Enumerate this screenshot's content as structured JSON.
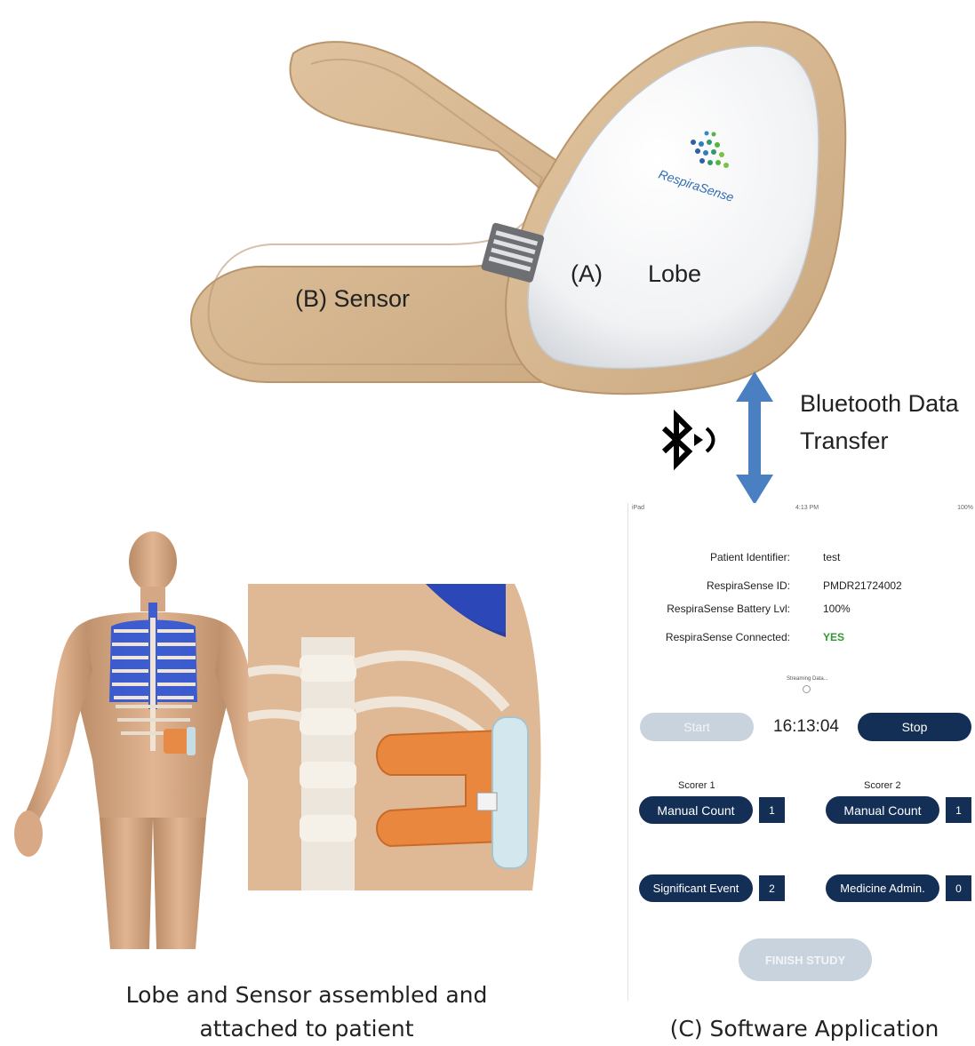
{
  "device": {
    "label_lobe_letter": "(A)",
    "label_lobe": "Lobe",
    "label_sensor": "(B) Sensor",
    "logo_text": "RespiraSense"
  },
  "transfer": {
    "line1": "Bluetooth Data",
    "line2": "Transfer",
    "icon": "bluetooth-icon",
    "arrow_color": "#4a7fc1"
  },
  "left_caption": {
    "line1": "Lobe and Sensor assembled and",
    "line2": "attached to patient"
  },
  "right_caption": "(C) Software Application",
  "app": {
    "status_left": "iPad",
    "status_center": "4:13 PM",
    "status_right": "100%",
    "rows": [
      {
        "label": "Patient Identifier:",
        "value": "test"
      },
      {
        "label": "RespiraSense ID:",
        "value": "PMDR21724002"
      },
      {
        "label": "RespiraSense Battery Lvl:",
        "value": "100%"
      },
      {
        "label": "RespiraSense Connected:",
        "value": "YES"
      }
    ],
    "streaming": "Streaming Data...",
    "start_label": "Start",
    "timer": "16:13:04",
    "stop_label": "Stop",
    "scorer1": "Scorer 1",
    "scorer2": "Scorer 2",
    "manual_count_label": "Manual Count",
    "manual_count_1": "1",
    "manual_count_2": "1",
    "significant_event_label": "Significant Event",
    "significant_event_count": "2",
    "medicine_label": "Medicine Admin.",
    "medicine_count": "0",
    "finish_label": "FINISH STUDY",
    "accent_dark": "#142f55",
    "connected_color": "#2e9b2e"
  }
}
